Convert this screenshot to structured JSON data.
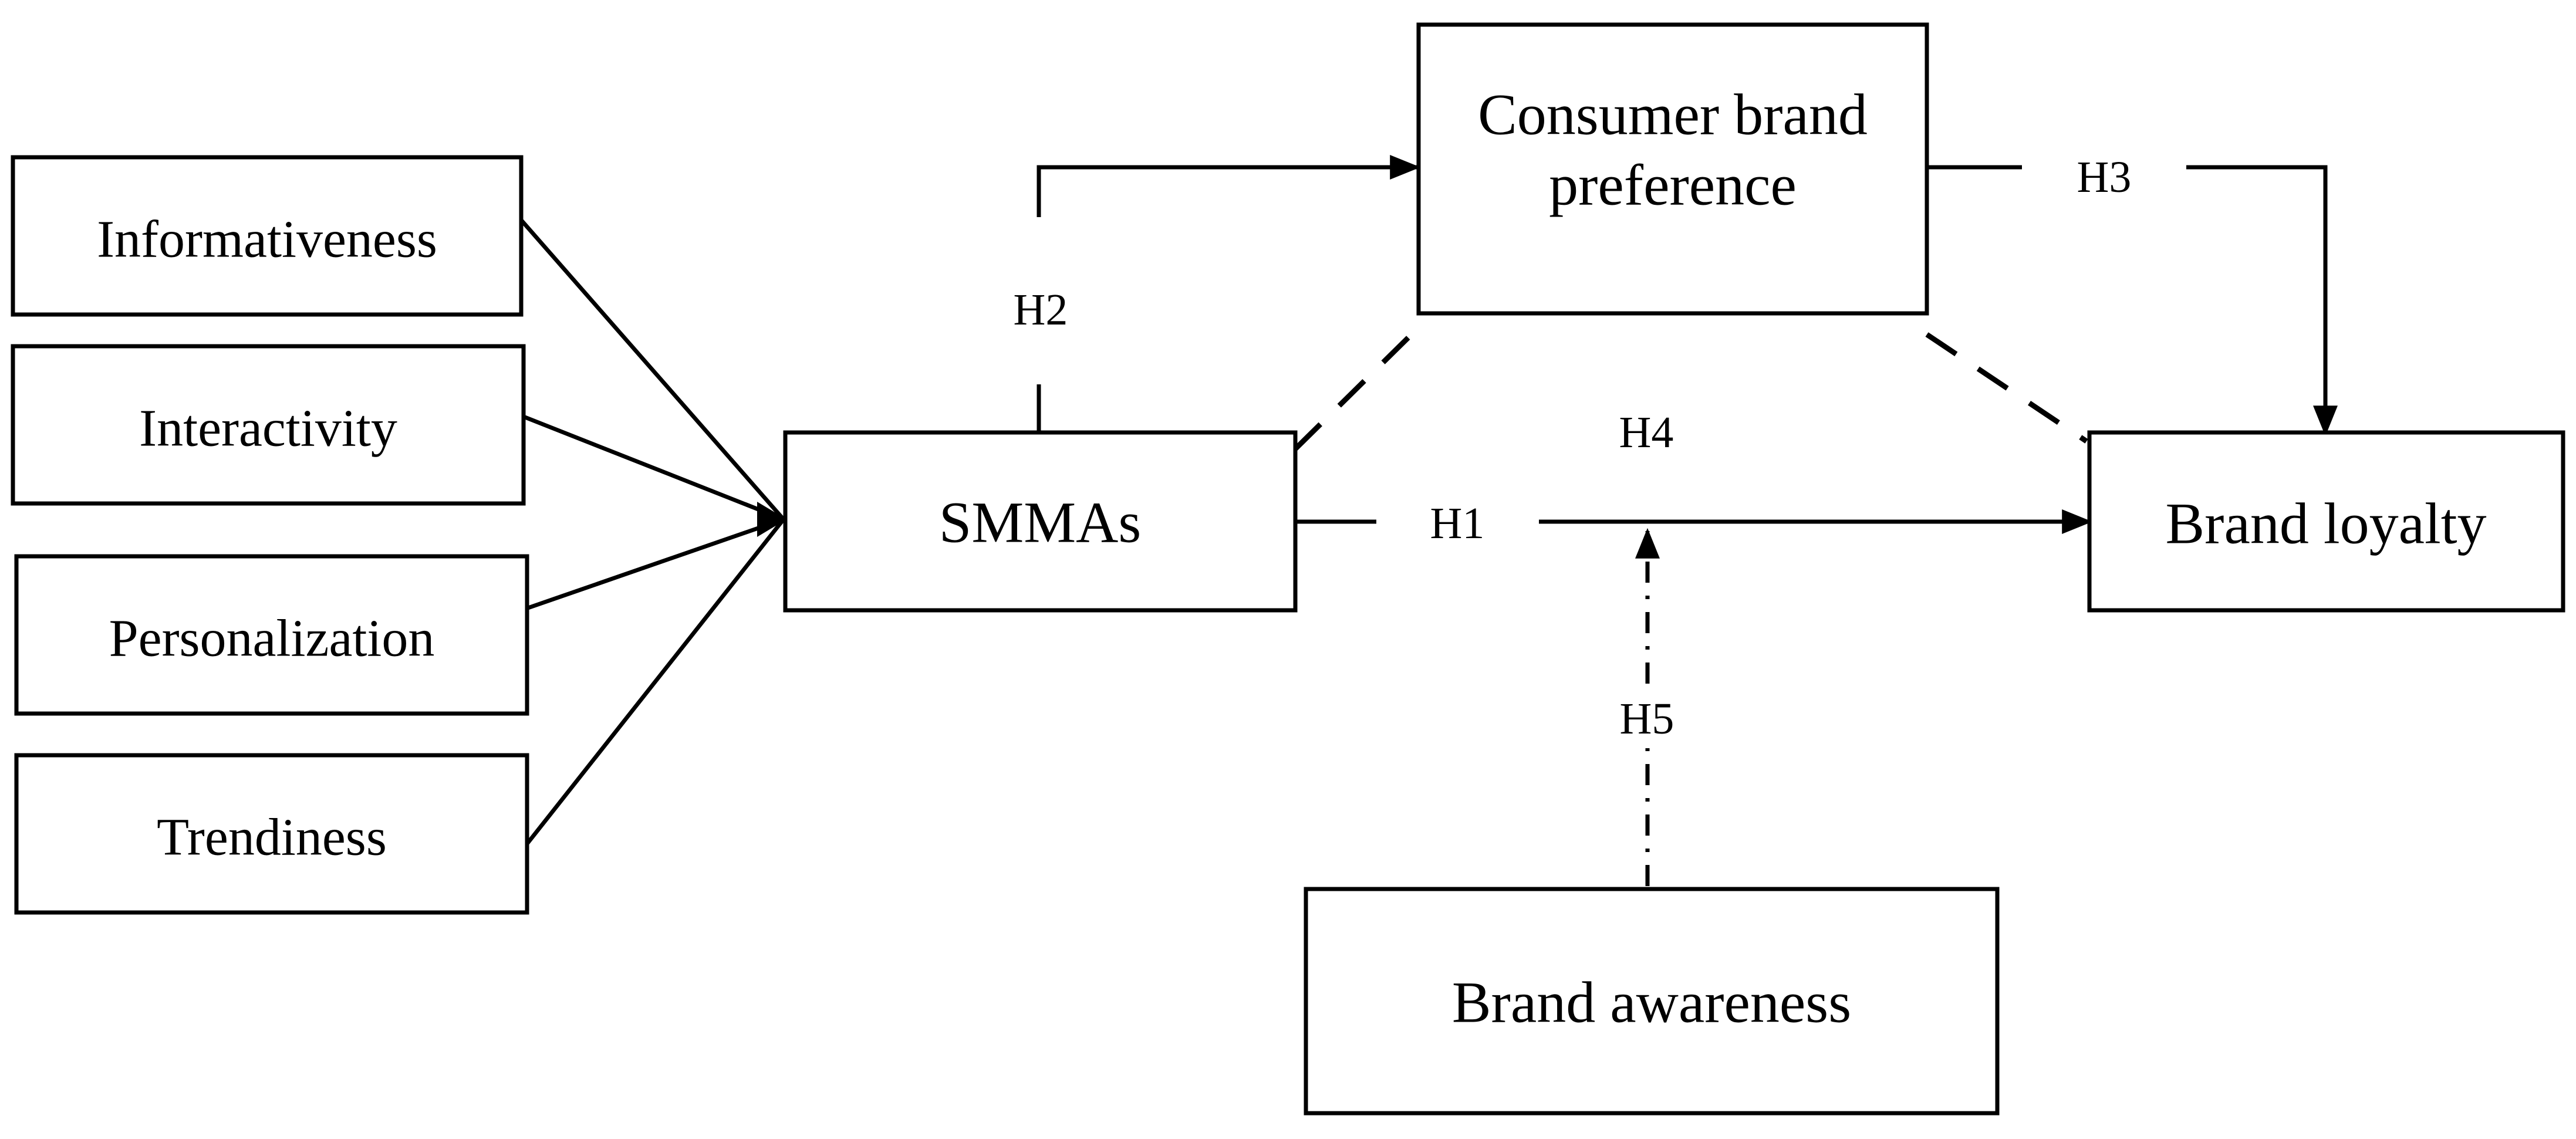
{
  "diagram": {
    "nodes": {
      "informativeness": "Informativeness",
      "interactivity": "Interactivity",
      "personalization": "Personalization",
      "trendiness": "Trendiness",
      "smmas": "SMMAs",
      "consumer_brand_preference_line1": "Consumer brand",
      "consumer_brand_preference_line2": "preference",
      "brand_loyalty": "Brand loyalty",
      "brand_awareness": "Brand awareness"
    },
    "hypotheses": {
      "h1": "H1",
      "h2": "H2",
      "h3": "H3",
      "h4": "H4",
      "h5": "H5"
    },
    "colors": {
      "stroke": "#000000",
      "background": "#ffffff"
    }
  }
}
